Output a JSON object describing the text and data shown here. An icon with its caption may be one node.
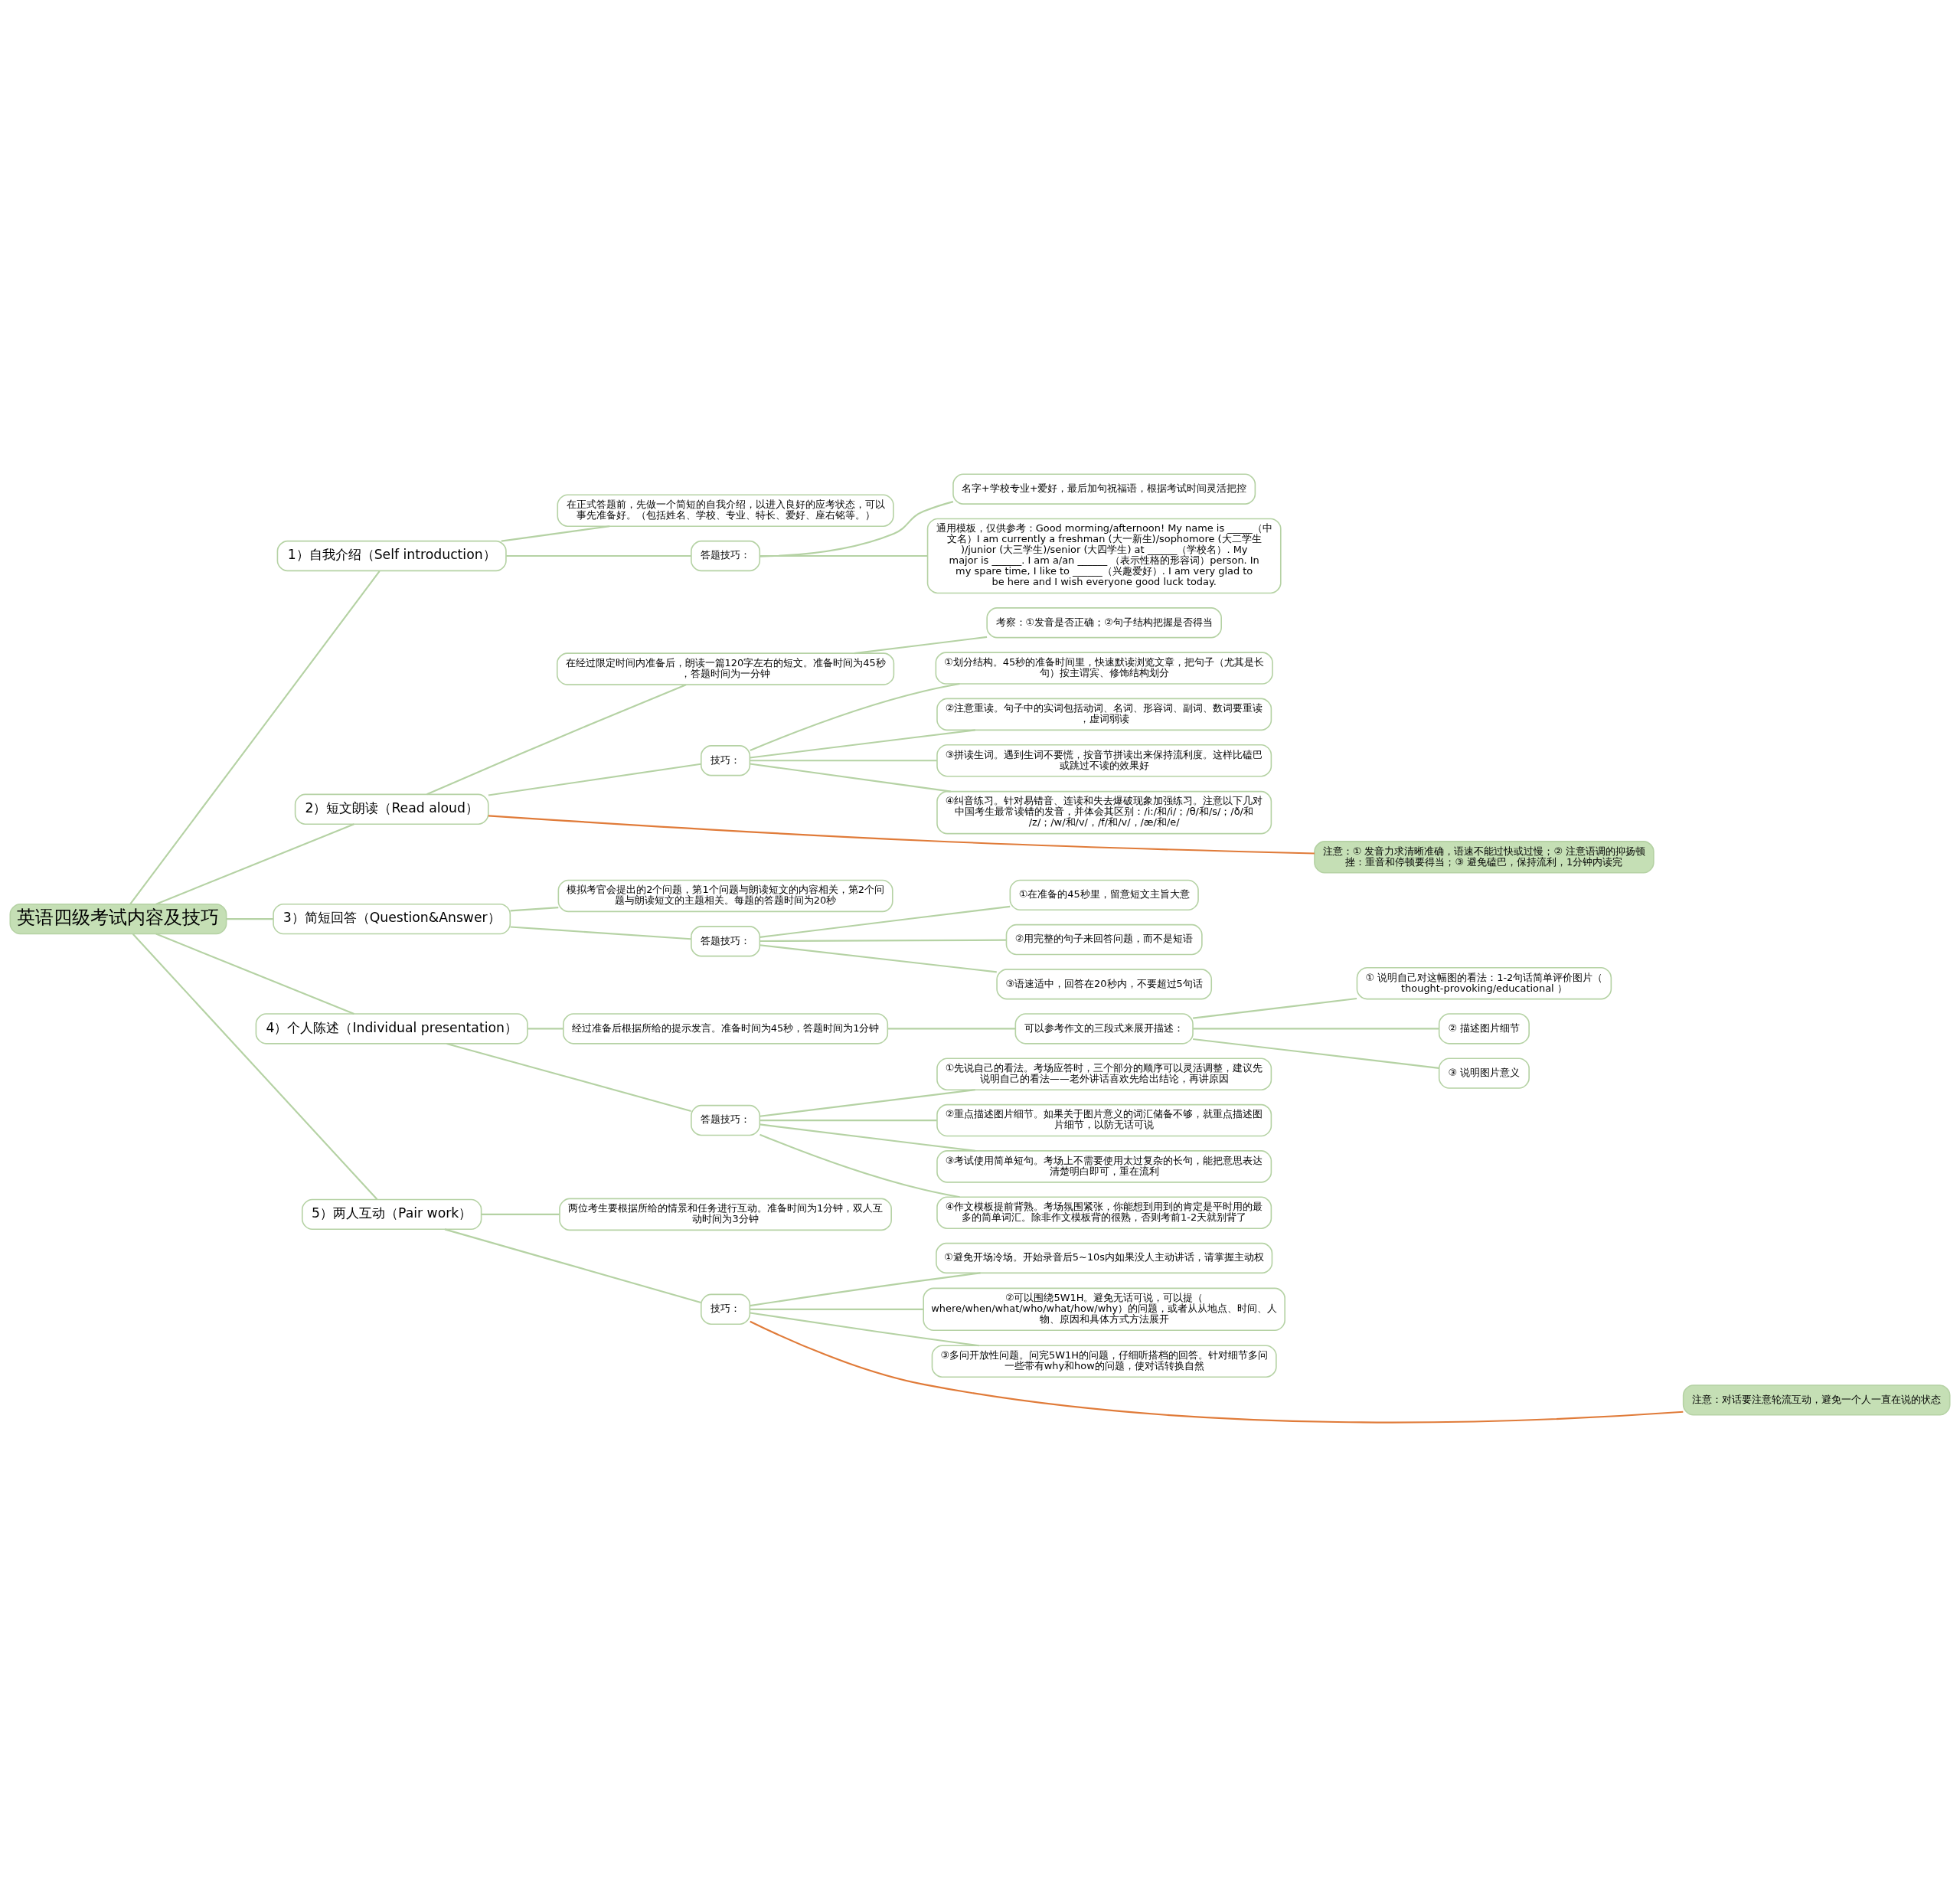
{
  "diagram": {
    "nodes": [
      {
        "text": [
          "英语四级考试内容及技巧"
        ]
      },
      {
        "text": [
          "1）自我介绍（Self introduction）"
        ]
      },
      {
        "text": [
          "在正式答题前，先做一个简短的自我介绍，以进入良好的应考状态，可以事先准备好。（包括姓名、学校、专业、特长、爱好、座右铭等。）"
        ]
      },
      {
        "text": [
          "答题技巧："
        ]
      },
      {
        "text": [
          "名字+学校专业+爱好，最后加句祝福语，根据考试时间灵活把控"
        ]
      },
      {
        "text": [
          "通用模板，仅供参考：Good morming/afternoon! My name is _____（中文名）I am currently a freshman (大一新生)/sophomore (大二学生)/junior (大三学生)/senior (大四学生) at ______（学校名）. My major is ______. I am a/an ______ （表示性格的形容词）person. In my spare time, I like to ______（兴趣爱好）. I am very glad to be here and I wish everyone good luck today."
        ]
      },
      {
        "text": [
          "2）短文朗读（Read aloud）"
        ]
      },
      {
        "text": [
          "在经过限定时间内准备后，朗读一篇120字左右的短文。准备时间为45秒，答题时间为一分钟"
        ]
      },
      {
        "text": [
          "考察：①发音是否正确；②句子结构把握是否得当"
        ]
      },
      {
        "text": [
          "技巧："
        ]
      },
      {
        "text": [
          "①划分结构。45秒的准备时间里，快速默读浏览文章，把句子（尤其是长句）按主谓宾、修饰结构划分"
        ]
      },
      {
        "text": [
          "②注意重读。句子中的实词包括动词、名词、形容词、副词、数词要重读，虚词弱读"
        ]
      },
      {
        "text": [
          "③拼读生词。遇到生词不要慌，按音节拼读出来保持流利度。这样比磕巴或跳过不读的效果好"
        ]
      },
      {
        "text": [
          "④纠音练习。针对易错音、连读和失去爆破现象加强练习。注意以下几对中国考生最常读错的发音，并体会其区别：/i:/和/i/；/θ/和/s/；/ð/和/z/；/w/和/v/，/f/和/v/，/æ/和/e/"
        ]
      },
      {
        "text": [
          "注意：① 发音力求清晰准确，语速不能过快或过慢；② 注意语调的抑扬顿挫：重音和停顿要得当；③ 避免磕巴，保持流利，1分钟内读完"
        ]
      },
      {
        "text": [
          "3）简短回答（Question&Answer）"
        ]
      },
      {
        "text": [
          "模拟考官会提出的2个问题，第1个问题与朗读短文的内容相关，第2个问题与朗读短文的主题相关。每题的答题时间为20秒"
        ]
      },
      {
        "text": [
          "答题技巧："
        ]
      },
      {
        "text": [
          "①在准备的45秒里，留意短文主旨大意"
        ]
      },
      {
        "text": [
          "②用完整的句子来回答问题，而不是短语"
        ]
      },
      {
        "text": [
          "③语速适中，回答在20秒内，不要超过5句话"
        ]
      },
      {
        "text": [
          "4）个人陈述（Individual presentation）"
        ]
      },
      {
        "text": [
          "经过准备后根据所给的提示发言。准备时间为45秒，答题时间为1分钟"
        ]
      },
      {
        "text": [
          "可以参考作文的三段式来展开描述："
        ]
      },
      {
        "text": [
          "① 说明自己对这幅图的看法：1-2句话简单评价图片（thought-provoking/educational ）"
        ]
      },
      {
        "text": [
          "② 描述图片细节"
        ]
      },
      {
        "text": [
          "③ 说明图片意义"
        ]
      },
      {
        "text": [
          "答题技巧："
        ]
      },
      {
        "text": [
          "①先说自己的看法。考场应答时，三个部分的顺序可以灵活调整，建议先说明自己的看法——老外讲话喜欢先给出结论，再讲原因"
        ]
      },
      {
        "text": [
          "②重点描述图片细节。如果关于图片意义的词汇储备不够，就重点描述图片细节，以防无话可说"
        ]
      },
      {
        "text": [
          "③考试使用简单短句。考场上不需要使用太过复杂的长句，能把意思表达清楚明白即可，重在流利"
        ]
      },
      {
        "text": [
          "④作文模板提前背熟。考场氛围紧张，你能想到用到的肯定是平时用的最多的简单词汇。除非作文模板背的很熟，否则考前1-2天就别背了"
        ]
      },
      {
        "text": [
          "5）两人互动（Pair work）"
        ]
      },
      {
        "text": [
          "两位考生要根据所给的情景和任务进行互动。准备时间为1分钟，双人互动时间为3分钟"
        ]
      },
      {
        "text": [
          "技巧："
        ]
      },
      {
        "text": [
          "①避免开场冷场。开始录音后5~10s内如果没人主动讲话，请掌握主动权"
        ]
      },
      {
        "text": [
          "②可以围绕5W1H。避免无话可说，可以提（where/when/what/who/what/how/why）的问题，或者从从地点、时间、人物、原因和具体方式方法展开"
        ]
      },
      {
        "text": [
          "③多问开放性问题。问完5W1H的问题，仔细听搭档的回答。针对细节多问一些带有why和how的问题，使对话转换自然"
        ]
      },
      {
        "text": [
          "注意：对话要注意轮流互动，避免一个人一直在说的状态"
        ]
      }
    ],
    "edges": [
      {
        "from": 0,
        "to": 1,
        "arrow": "none"
      },
      {
        "from": 1,
        "to": 2,
        "arrow": "none"
      },
      {
        "from": 1,
        "to": 3,
        "arrow": "none"
      },
      {
        "from": 3,
        "to": 4,
        "arrow": "none"
      },
      {
        "from": 3,
        "to": 5,
        "arrow": "none"
      },
      {
        "from": 0,
        "to": 6,
        "arrow": "none"
      },
      {
        "from": 6,
        "to": 7,
        "arrow": "none"
      },
      {
        "from": 7,
        "to": 8,
        "arrow": "none"
      },
      {
        "from": 6,
        "to": 9,
        "arrow": "none"
      },
      {
        "from": 9,
        "to": 10,
        "arrow": "none"
      },
      {
        "from": 9,
        "to": 11,
        "arrow": "none"
      },
      {
        "from": 9,
        "to": 12,
        "arrow": "none"
      },
      {
        "from": 9,
        "to": 13,
        "arrow": "none"
      },
      {
        "from": 6,
        "to": 14,
        "arrow": "none",
        "color": "#e07b39"
      },
      {
        "from": 0,
        "to": 15,
        "arrow": "none"
      },
      {
        "from": 15,
        "to": 16,
        "arrow": "none"
      },
      {
        "from": 15,
        "to": 17,
        "arrow": "none"
      },
      {
        "from": 17,
        "to": 18,
        "arrow": "none"
      },
      {
        "from": 17,
        "to": 19,
        "arrow": "none"
      },
      {
        "from": 17,
        "to": 20,
        "arrow": "none"
      },
      {
        "from": 0,
        "to": 21,
        "arrow": "none"
      },
      {
        "from": 21,
        "to": 22,
        "arrow": "none"
      },
      {
        "from": 22,
        "to": 23,
        "arrow": "none"
      },
      {
        "from": 23,
        "to": 24,
        "arrow": "none"
      },
      {
        "from": 23,
        "to": 25,
        "arrow": "none"
      },
      {
        "from": 23,
        "to": 26,
        "arrow": "none"
      },
      {
        "from": 21,
        "to": 27,
        "arrow": "none"
      },
      {
        "from": 27,
        "to": 28,
        "arrow": "none"
      },
      {
        "from": 27,
        "to": 29,
        "arrow": "none"
      },
      {
        "from": 27,
        "to": 30,
        "arrow": "none"
      },
      {
        "from": 27,
        "to": 31,
        "arrow": "none"
      },
      {
        "from": 0,
        "to": 32,
        "arrow": "none"
      },
      {
        "from": 32,
        "to": 33,
        "arrow": "none"
      },
      {
        "from": 32,
        "to": 34,
        "arrow": "none"
      },
      {
        "from": 34,
        "to": 35,
        "arrow": "none"
      },
      {
        "from": 34,
        "to": 36,
        "arrow": "none"
      },
      {
        "from": 34,
        "to": 37,
        "arrow": "none"
      },
      {
        "from": 34,
        "to": 38,
        "arrow": "none",
        "color": "#e07b39"
      }
    ]
  }
}
